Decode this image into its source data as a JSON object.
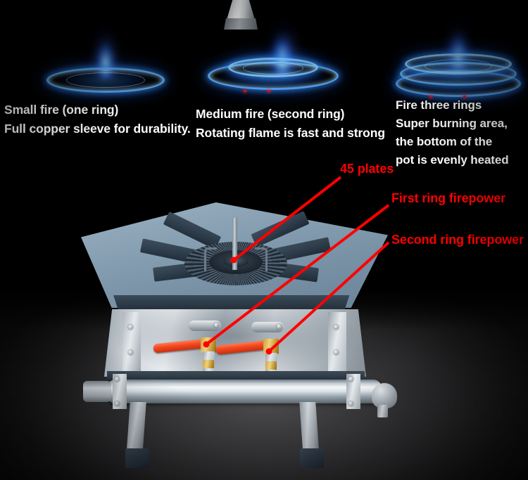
{
  "poster": {
    "title": "Multi-ring gas stove burner feature illustration",
    "background_color": "#000000",
    "annotation_color": "#FE0000",
    "caption_color": "#FDFDFD"
  },
  "flames": [
    {
      "id": "small-fire",
      "ring_count": 1,
      "caption_lines": [
        "Small fire (one ring)",
        "Full copper sleeve for durability."
      ]
    },
    {
      "id": "medium-fire",
      "ring_count": 2,
      "caption_lines": [
        "Medium fire (second ring)",
        "Rotating flame is fast and strong"
      ]
    },
    {
      "id": "three-ring-fire",
      "ring_count": 3,
      "caption_lines": [
        "Fire three rings",
        "Super burning area,",
        "the bottom of the",
        "pot is evenly heated"
      ]
    }
  ],
  "annotations": [
    {
      "id": "plates",
      "label": "45 plates"
    },
    {
      "id": "first-ring",
      "label": "First ring firepower"
    },
    {
      "id": "second-ring",
      "label": "Second ring firepower"
    }
  ],
  "product": {
    "name": "commercial-stock-pot-gas-stove",
    "top_plate_color": "#8BA3B5",
    "trivet_color": "#2D3C4A",
    "valve_handle_color": "#F4491F",
    "manifold_color": "#DFE5EA",
    "valve_count": 2,
    "trivet_arm_count": 6
  }
}
